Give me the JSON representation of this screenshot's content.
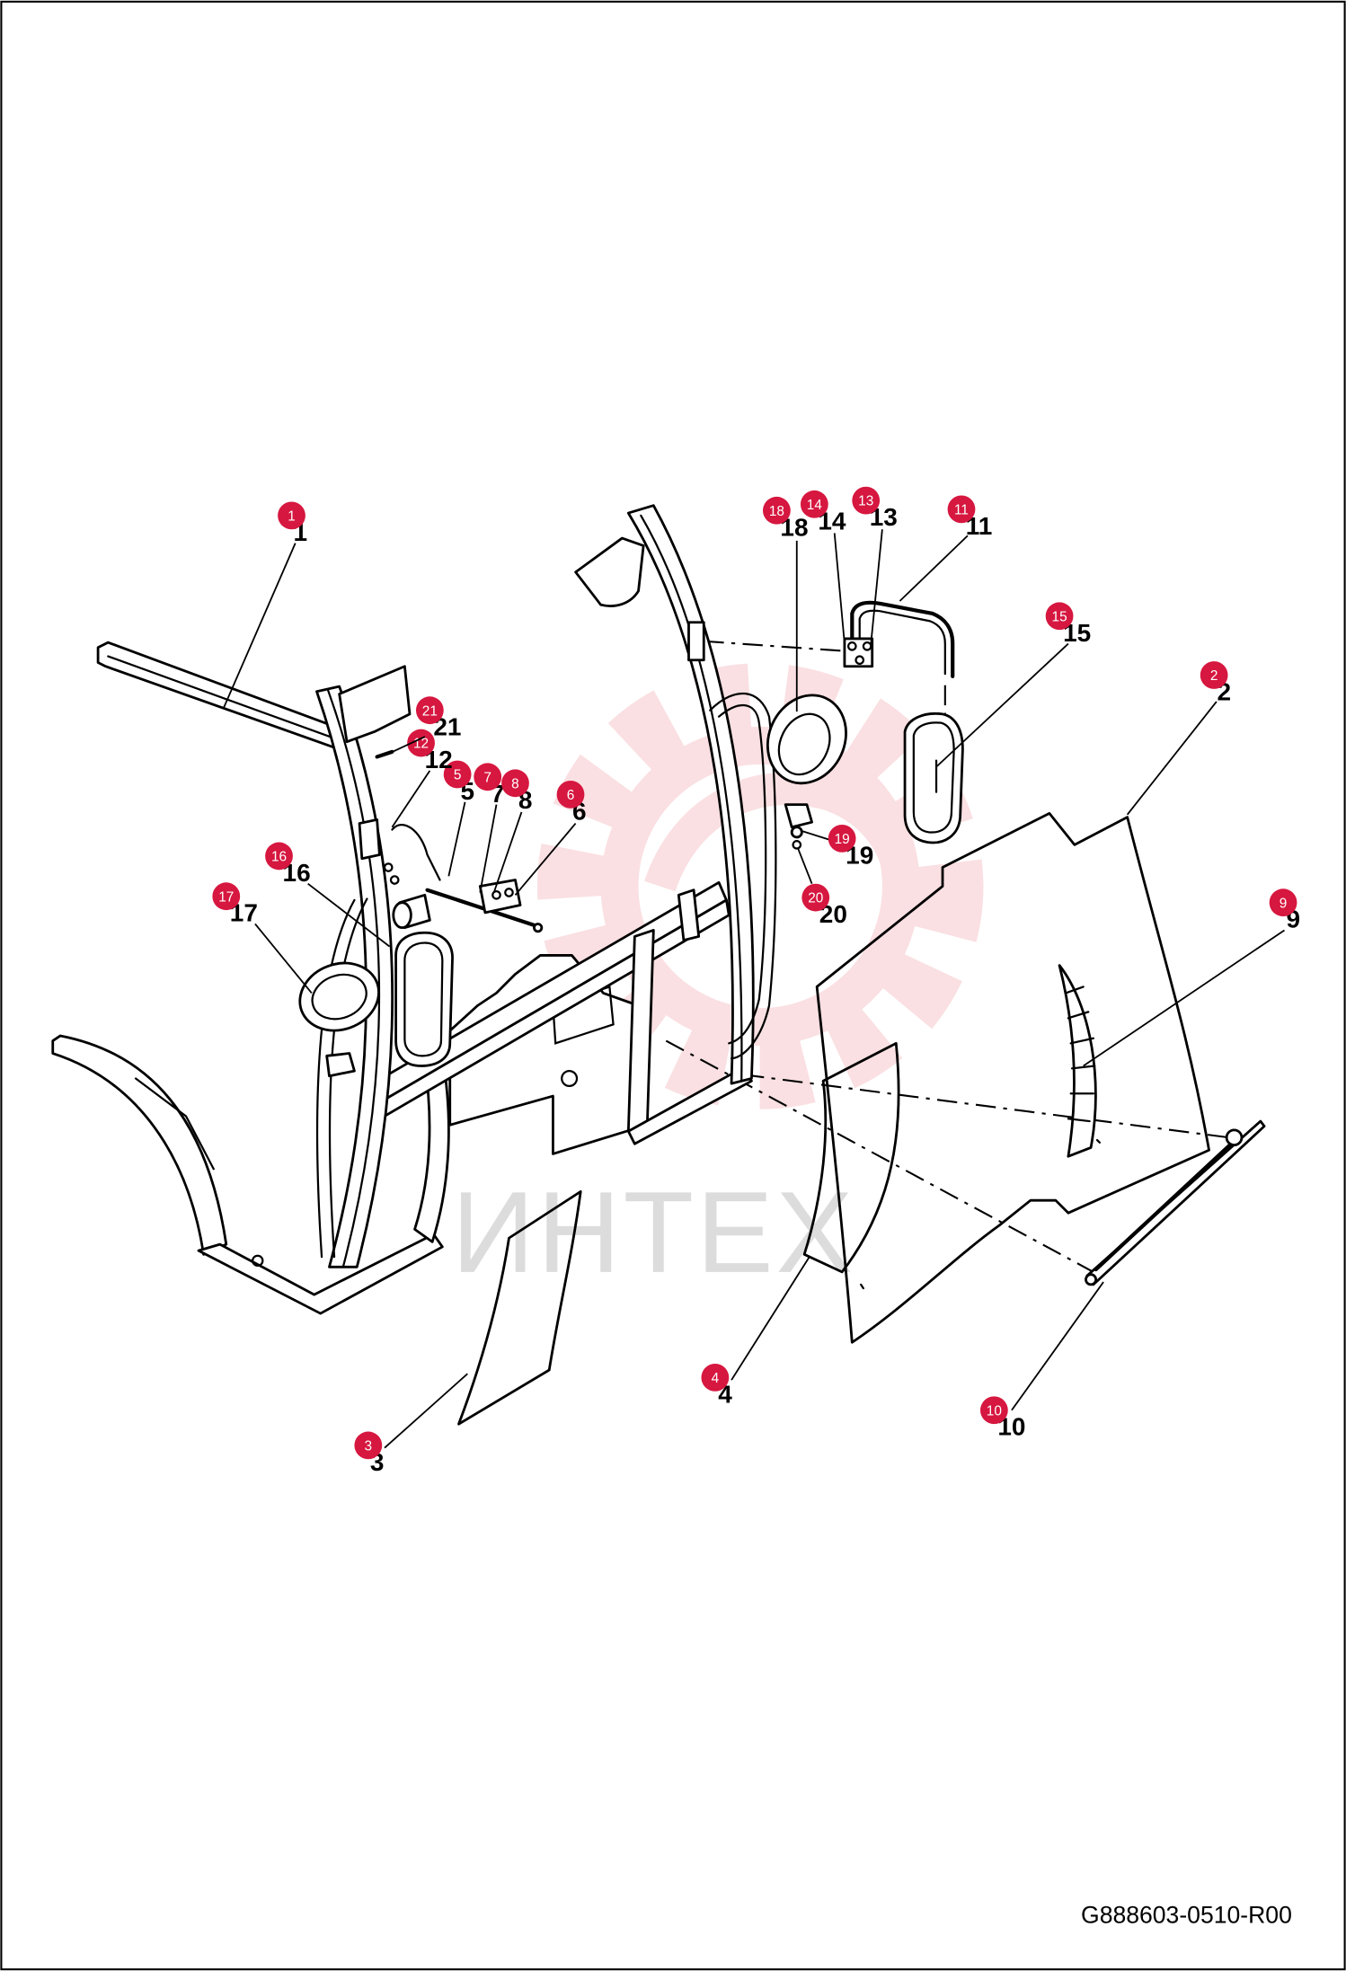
{
  "document_code": "G888603-0510-R00",
  "watermark_text": "ИНТЕХ",
  "colors": {
    "callout_fill": "#d6173f",
    "callout_text": "#ffffff",
    "watermark_logo": "#f6c7cc"
  },
  "callouts": [
    {
      "number": "1"
    },
    {
      "number": "2"
    },
    {
      "number": "3"
    },
    {
      "number": "4"
    },
    {
      "number": "5"
    },
    {
      "number": "6"
    },
    {
      "number": "7"
    },
    {
      "number": "8"
    },
    {
      "number": "9"
    },
    {
      "number": "10"
    },
    {
      "number": "11"
    },
    {
      "number": "12"
    },
    {
      "number": "13"
    },
    {
      "number": "14"
    },
    {
      "number": "15"
    },
    {
      "number": "16"
    },
    {
      "number": "17"
    },
    {
      "number": "18"
    },
    {
      "number": "19"
    },
    {
      "number": "20"
    },
    {
      "number": "21"
    }
  ]
}
